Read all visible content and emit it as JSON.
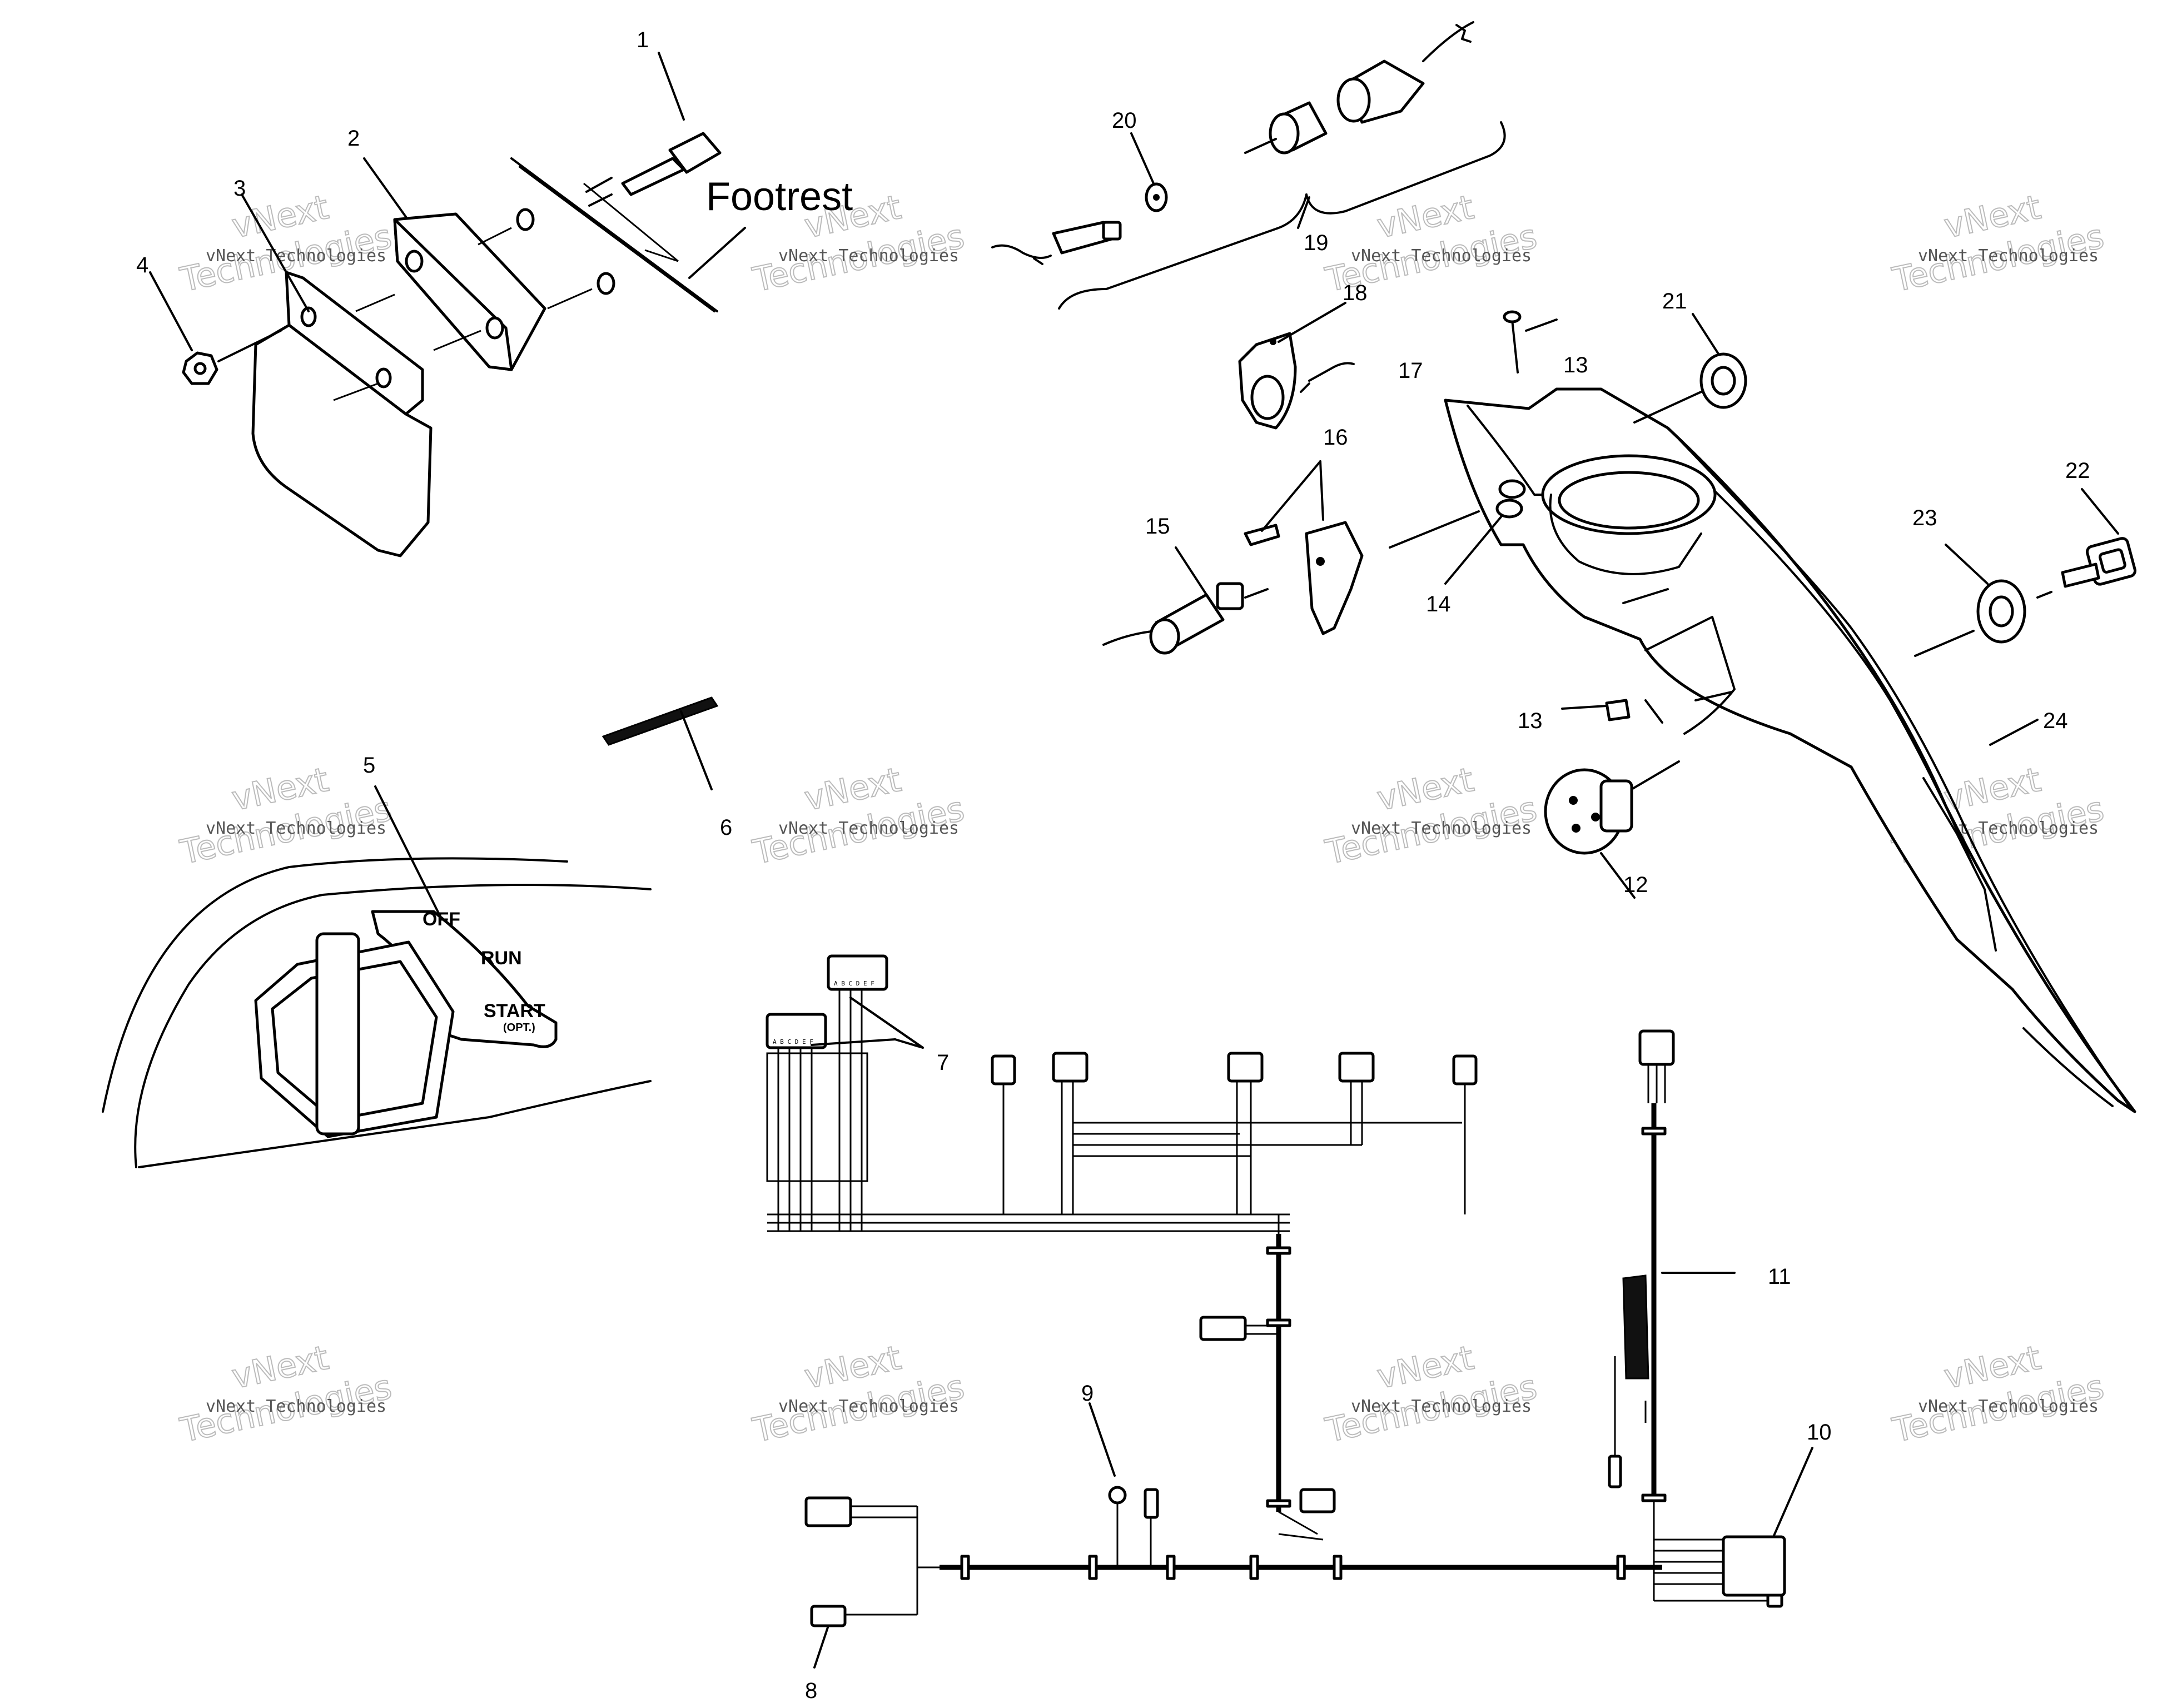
{
  "labels": {
    "footrest": "Footrest",
    "dial_off": "OFF",
    "dial_run": "RUN",
    "dial_start": "START",
    "dial_opt": "(OPT.)"
  },
  "callouts": [
    "1",
    "2",
    "3",
    "4",
    "5",
    "6",
    "7",
    "8",
    "9",
    "10",
    "11",
    "12",
    "13",
    "14",
    "15",
    "16",
    "17",
    "18",
    "19",
    "20",
    "21",
    "22",
    "23",
    "24"
  ],
  "callout_13_second": "13",
  "watermark": {
    "line1": "vNext Technologies",
    "line2": "vNext",
    "line3": "Technologies"
  },
  "connector_pins": "A B C D E F"
}
